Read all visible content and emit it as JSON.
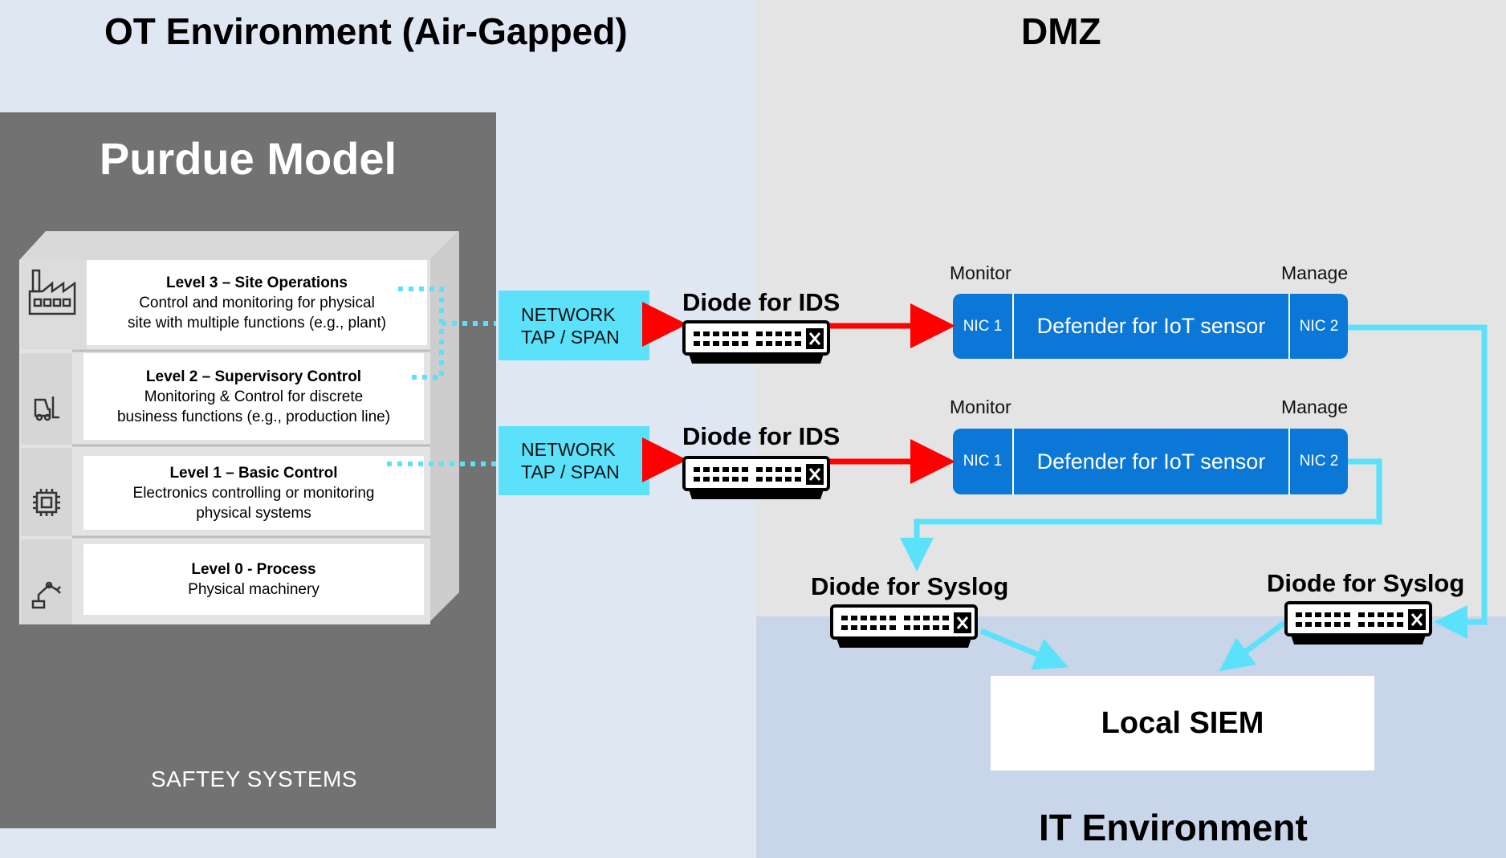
{
  "zones": {
    "ot_title": "OT Environment (Air-Gapped)",
    "dmz_title": "DMZ",
    "it_title": "IT Environment"
  },
  "purdue": {
    "title": "Purdue Model",
    "safety": "SAFTEY SYSTEMS",
    "levels": [
      {
        "title": "Level 3 – Site Operations",
        "line1": "Control and monitoring for physical",
        "line2": "site with multiple functions (e.g., plant)",
        "icon": "factory-icon"
      },
      {
        "title": "Level 2 – Supervisory Control",
        "line1": "Monitoring & Control for discrete",
        "line2": "business functions (e.g., production line)",
        "icon": "forklift-icon"
      },
      {
        "title": "Level 1 – Basic Control",
        "line1": "Electronics controlling or monitoring",
        "line2": "physical systems",
        "icon": "chip-icon"
      },
      {
        "title": "Level 0 - Process",
        "line1": "Physical machinery",
        "line2": "",
        "icon": "robot-arm-icon"
      }
    ]
  },
  "taps": [
    {
      "line1": "NETWORK",
      "line2": "TAP / SPAN"
    },
    {
      "line1": "NETWORK",
      "line2": "TAP / SPAN"
    }
  ],
  "diodes": {
    "ids_label": "Diode for IDS",
    "syslog_label": "Diode for Syslog"
  },
  "sensors": [
    {
      "monitor": "Monitor",
      "manage": "Manage",
      "nic1": "NIC 1",
      "name": "Defender for IoT sensor",
      "nic2": "NIC 2"
    },
    {
      "monitor": "Monitor",
      "manage": "Manage",
      "nic1": "NIC 1",
      "name": "Defender for IoT sensor",
      "nic2": "NIC 2"
    }
  ],
  "siem": {
    "label": "Local SIEM"
  },
  "colors": {
    "cyan": "#5ce1fb",
    "red": "#ff0000",
    "sensor_blue": "#0b78d8",
    "panel_gray": "#727272"
  }
}
